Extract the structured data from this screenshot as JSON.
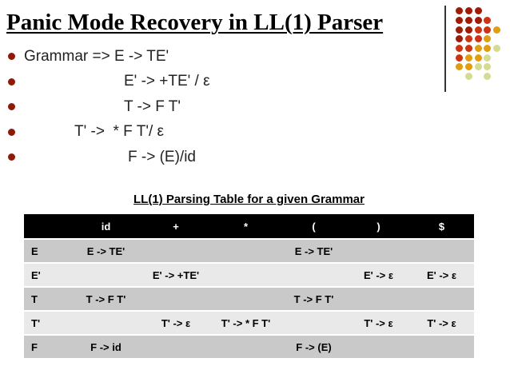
{
  "slide": {
    "title": "Panic Mode Recovery in LL(1) Parser",
    "bullets": [
      "Grammar => E -> TE'",
      "E' -> +TE' / ε",
      "T -> F T'",
      "T' ->  * F T'/ ε",
      "F -> (E)/id"
    ],
    "table_caption": "LL(1) Parsing Table for a given Grammar",
    "table": {
      "headers": [
        "",
        "id",
        "+",
        "*",
        "(",
        ")",
        "$"
      ],
      "rows": [
        {
          "label": "E",
          "cells": [
            "E -> TE'",
            "",
            "",
            "E -> TE'",
            "",
            ""
          ]
        },
        {
          "label": "E'",
          "cells": [
            "",
            "E' -> +TE'",
            "",
            "",
            "E' -> ε",
            "E' -> ε"
          ]
        },
        {
          "label": "T",
          "cells": [
            "T -> F T'",
            "",
            "",
            "T -> F T'",
            "",
            ""
          ]
        },
        {
          "label": "T'",
          "cells": [
            "",
            "T' -> ε",
            "T' -> * F T'",
            "",
            "T' -> ε",
            "T' -> ε"
          ]
        },
        {
          "label": "F",
          "cells": [
            "F -> id",
            "",
            "",
            "F -> (E)",
            "",
            ""
          ]
        }
      ]
    },
    "colors": {
      "bullet_marker": "#8e1a0a",
      "header_bg": "#000000",
      "header_text": "#ffffff",
      "row_dark": "#c9c9c9",
      "row_light": "#e9e9e9"
    },
    "decoration": {
      "dot_colors": {
        "darkred": "#9e1b06",
        "red": "#cc3310",
        "gold": "#e09d10",
        "pale": "#d5db90"
      },
      "pattern": [
        [
          "darkred",
          "darkred",
          "darkred",
          null,
          null
        ],
        [
          "darkred",
          "darkred",
          "darkred",
          "red",
          null
        ],
        [
          "darkred",
          "darkred",
          "red",
          "red",
          "gold"
        ],
        [
          "darkred",
          "red",
          "red",
          "gold",
          null
        ],
        [
          "red",
          "red",
          "gold",
          "gold",
          "pale"
        ],
        [
          "red",
          "gold",
          "gold",
          "pale",
          null
        ],
        [
          "gold",
          "gold",
          "pale",
          "pale",
          null
        ],
        [
          null,
          "pale",
          null,
          "pale",
          null
        ]
      ]
    }
  }
}
